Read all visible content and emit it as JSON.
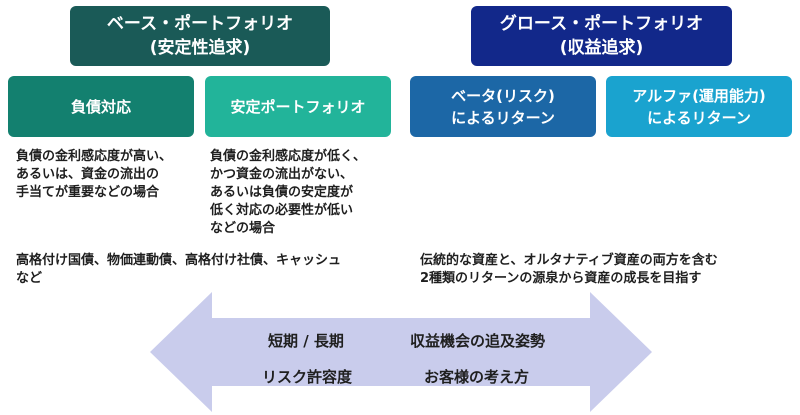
{
  "colors": {
    "base_header": "#1a5a57",
    "growth_header": "#12288a",
    "liability": "#13806f",
    "stable": "#22b49a",
    "beta": "#1c67a6",
    "alpha": "#1aa3cf",
    "arrow": "#c9ccec"
  },
  "base": {
    "title": [
      "ベース・ポートフォリオ",
      "(安定性追求)"
    ],
    "liability_label": "負債対応",
    "stable_label": "安定ポートフォリオ",
    "liability_desc": [
      "負債の金利感応度が高い、",
      "あるいは、資金の流出の",
      "手当てが重要などの場合"
    ],
    "stable_desc": [
      "負債の金利感応度が低く、",
      "かつ資金の流出がない、",
      "あるいは負債の安定度が",
      "低く対応の必要性が低い",
      "などの場合"
    ],
    "assets": [
      "高格付け国債、物価連動債、高格付け社債、キャッシュ",
      "など"
    ]
  },
  "growth": {
    "title": [
      "グロース・ポートフォリオ",
      "(収益追求)"
    ],
    "beta_label": [
      "ベータ(リスク)",
      "によるリターン"
    ],
    "alpha_label": [
      "アルファ(運用能力)",
      "によるリターン"
    ],
    "desc": [
      "伝統的な資産と、オルタナティブ資産の両方を含む",
      "2種類のリターンの源泉から資産の成長を目指す"
    ]
  },
  "arrow": {
    "left_top": "短期 / 長期",
    "left_bottom": "リスク許容度",
    "right_top": "収益機会の追及姿勢",
    "right_bottom": "お客様の考え方"
  }
}
